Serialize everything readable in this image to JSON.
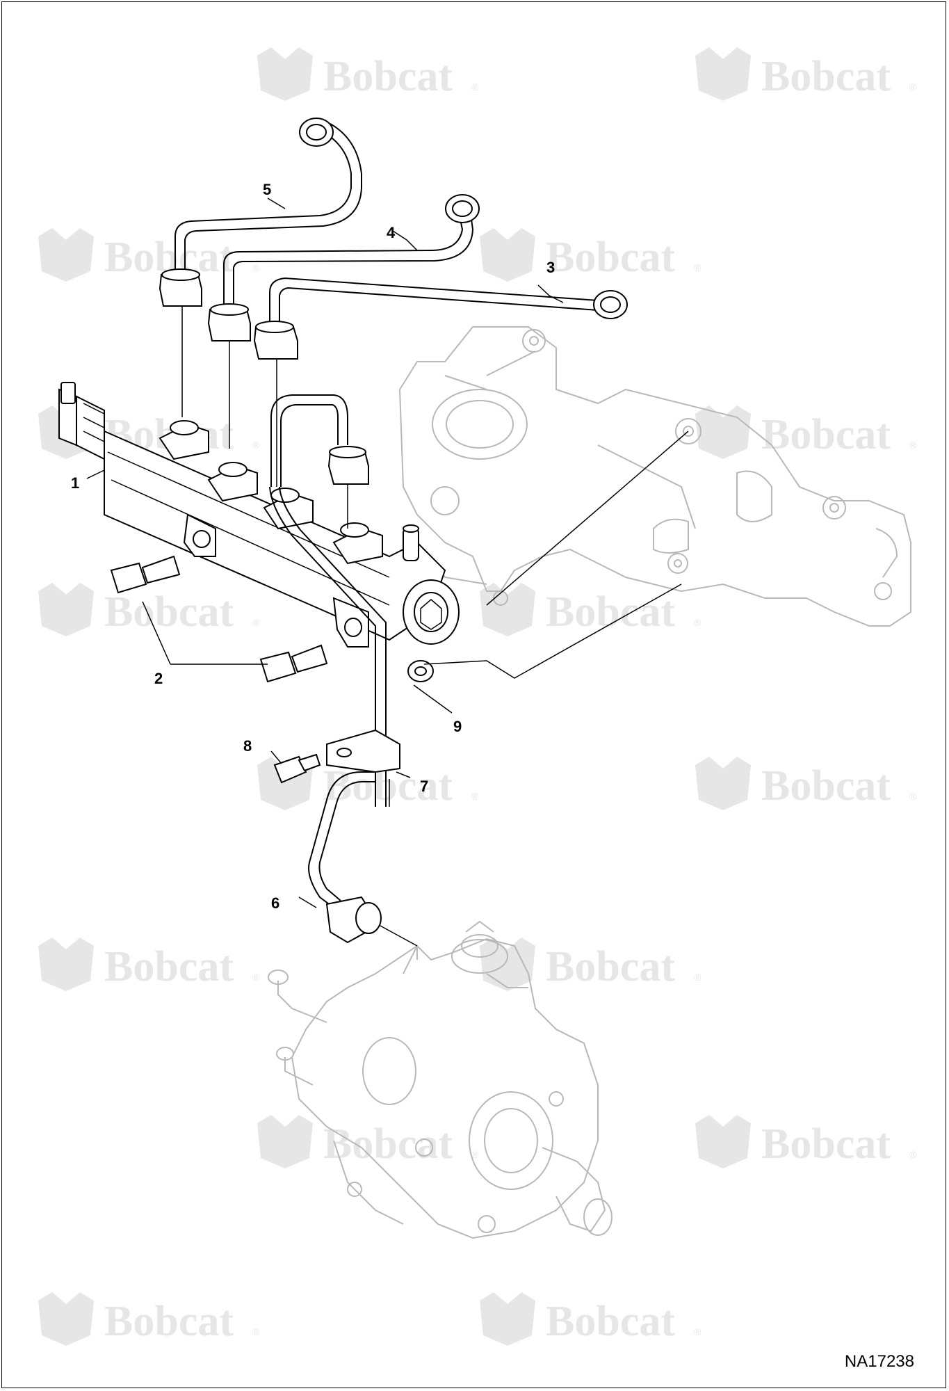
{
  "figure_id": "NA17238",
  "watermark": {
    "text": "Bobcat",
    "reg": "®"
  },
  "callouts": [
    {
      "n": "1",
      "label": "1"
    },
    {
      "n": "2",
      "label": "2"
    },
    {
      "n": "3",
      "label": "3"
    },
    {
      "n": "4",
      "label": "4"
    },
    {
      "n": "5",
      "label": "5"
    },
    {
      "n": "6",
      "label": "6"
    },
    {
      "n": "7",
      "label": "7"
    },
    {
      "n": "8",
      "label": "8"
    },
    {
      "n": "9",
      "label": "9"
    }
  ],
  "colors": {
    "line": "#000000",
    "ghost": "#b8b8b8",
    "watermark": "#e6e6e6"
  }
}
